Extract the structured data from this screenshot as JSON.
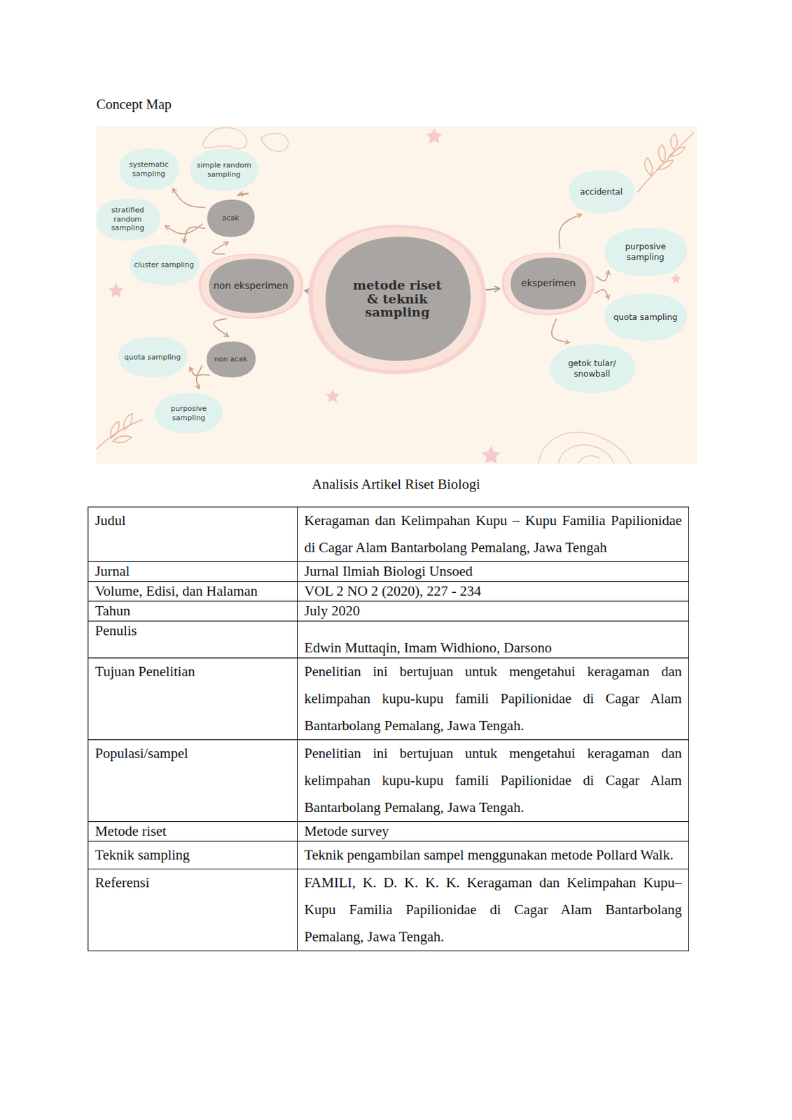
{
  "diagram": {
    "title": "Concept Map",
    "caption": "Analisis Artikel Riset Biologi",
    "nodes": [
      {
        "text": [
          "metode riset & teknik sampling"
        ]
      },
      {
        "text": [
          "non eksperimen"
        ]
      },
      {
        "text": [
          "eksperimen"
        ]
      },
      {
        "text": [
          "acak"
        ]
      },
      {
        "text": [
          "non acak"
        ]
      },
      {
        "text": [
          "systematic sampling"
        ]
      },
      {
        "text": [
          "simple random sampling"
        ]
      },
      {
        "text": [
          "stratified random sampling"
        ]
      },
      {
        "text": [
          "cluster sampling"
        ]
      },
      {
        "text": [
          "quota sampling"
        ]
      },
      {
        "text": [
          "purposive sampling"
        ]
      },
      {
        "text": [
          "accidental"
        ]
      },
      {
        "text": [
          "purposive sampling"
        ]
      },
      {
        "text": [
          "quota sampling"
        ]
      },
      {
        "text": [
          "getok tular/ snowball"
        ]
      }
    ],
    "edges": [
      {
        "from": 0,
        "to": 1,
        "arrow": "to"
      },
      {
        "from": 0,
        "to": 2,
        "arrow": "to"
      },
      {
        "from": 1,
        "to": 3,
        "arrow": "to"
      },
      {
        "from": 1,
        "to": 4,
        "arrow": "to"
      },
      {
        "from": 3,
        "to": 5,
        "arrow": "to"
      },
      {
        "from": 3,
        "to": 6,
        "arrow": "to"
      },
      {
        "from": 3,
        "to": 7,
        "arrow": "to"
      },
      {
        "from": 3,
        "to": 8,
        "arrow": "to"
      },
      {
        "from": 4,
        "to": 9,
        "arrow": "to"
      },
      {
        "from": 4,
        "to": 10,
        "arrow": "to"
      },
      {
        "from": 2,
        "to": 11,
        "arrow": "to"
      },
      {
        "from": 2,
        "to": 12,
        "arrow": "to"
      },
      {
        "from": 2,
        "to": 13,
        "arrow": "to"
      },
      {
        "from": 2,
        "to": 14,
        "arrow": "to"
      }
    ],
    "labels": [
      "Judul",
      "Keragaman dan Kelimpahan Kupu – Kupu Familia Papilionidae di Cagar Alam Bantarbolang Pemalang, Jawa Tengah",
      "Jurnal",
      "Jurnal Ilmiah Biologi Unsoed",
      "Volume, Edisi, dan Halaman",
      "VOL 2 NO 2 (2020), 227 - 234",
      "Tahun",
      "July 2020",
      "Penulis",
      "Edwin Muttaqin, Imam Widhiono, Darsono",
      "Tujuan Penelitian",
      "Penelitian ini bertujuan untuk mengetahui keragaman dan kelimpahan kupu-kupu famili Papilionidae di Cagar Alam Bantarbolang Pemalang, Jawa Tengah.",
      "Populasi/sampel",
      "Penelitian ini bertujuan untuk mengetahui keragaman dan kelimpahan kupu-kupu famili Papilionidae di Cagar Alam Bantarbolang Pemalang, Jawa Tengah.",
      "Metode riset",
      "Metode survey",
      "Teknik sampling",
      "Teknik pengambilan sampel menggunakan metode Pollard Walk.",
      "Referensi",
      "FAMILI, K. D. K. K. K. Keragaman dan Kelimpahan Kupu–Kupu Familia Papilionidae di Cagar Alam Bantarbolang Pemalang, Jawa Tengah."
    ]
  }
}
